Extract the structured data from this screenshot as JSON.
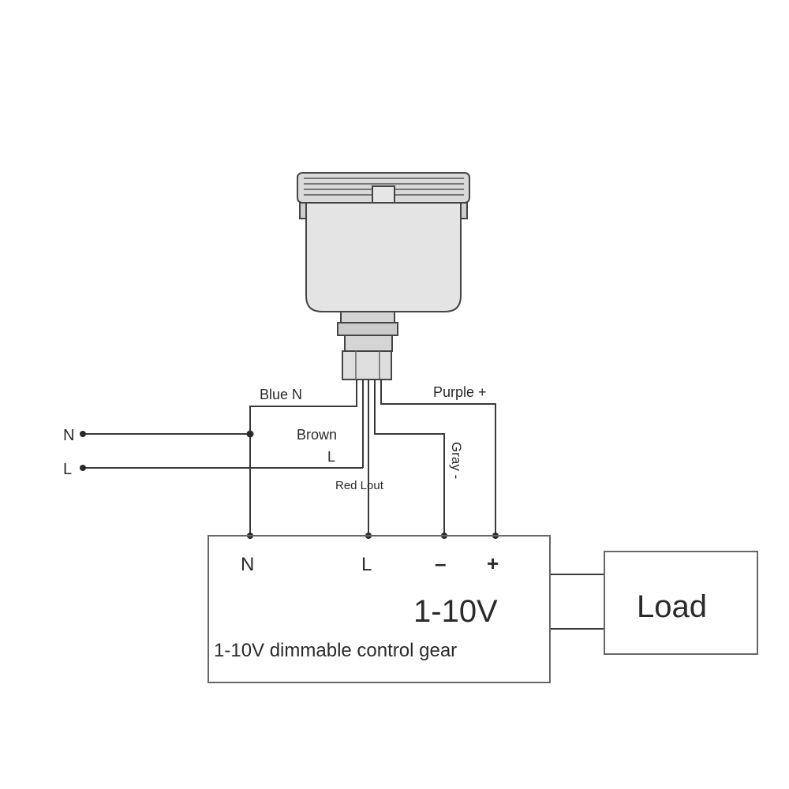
{
  "inputs": {
    "n_label": "N",
    "l_label": "L"
  },
  "wires": {
    "blue": "Blue N",
    "brown_line1": "Brown",
    "brown_line2": "L",
    "red": "Red Lout",
    "gray": "Gray -",
    "purple": "Purple +"
  },
  "control_gear": {
    "terminal_n": "N",
    "terminal_l": "L",
    "terminal_minus": "–",
    "terminal_plus": "+",
    "type": "1-10V",
    "caption": "1-10V dimmable control gear"
  },
  "load": {
    "label": "Load"
  }
}
